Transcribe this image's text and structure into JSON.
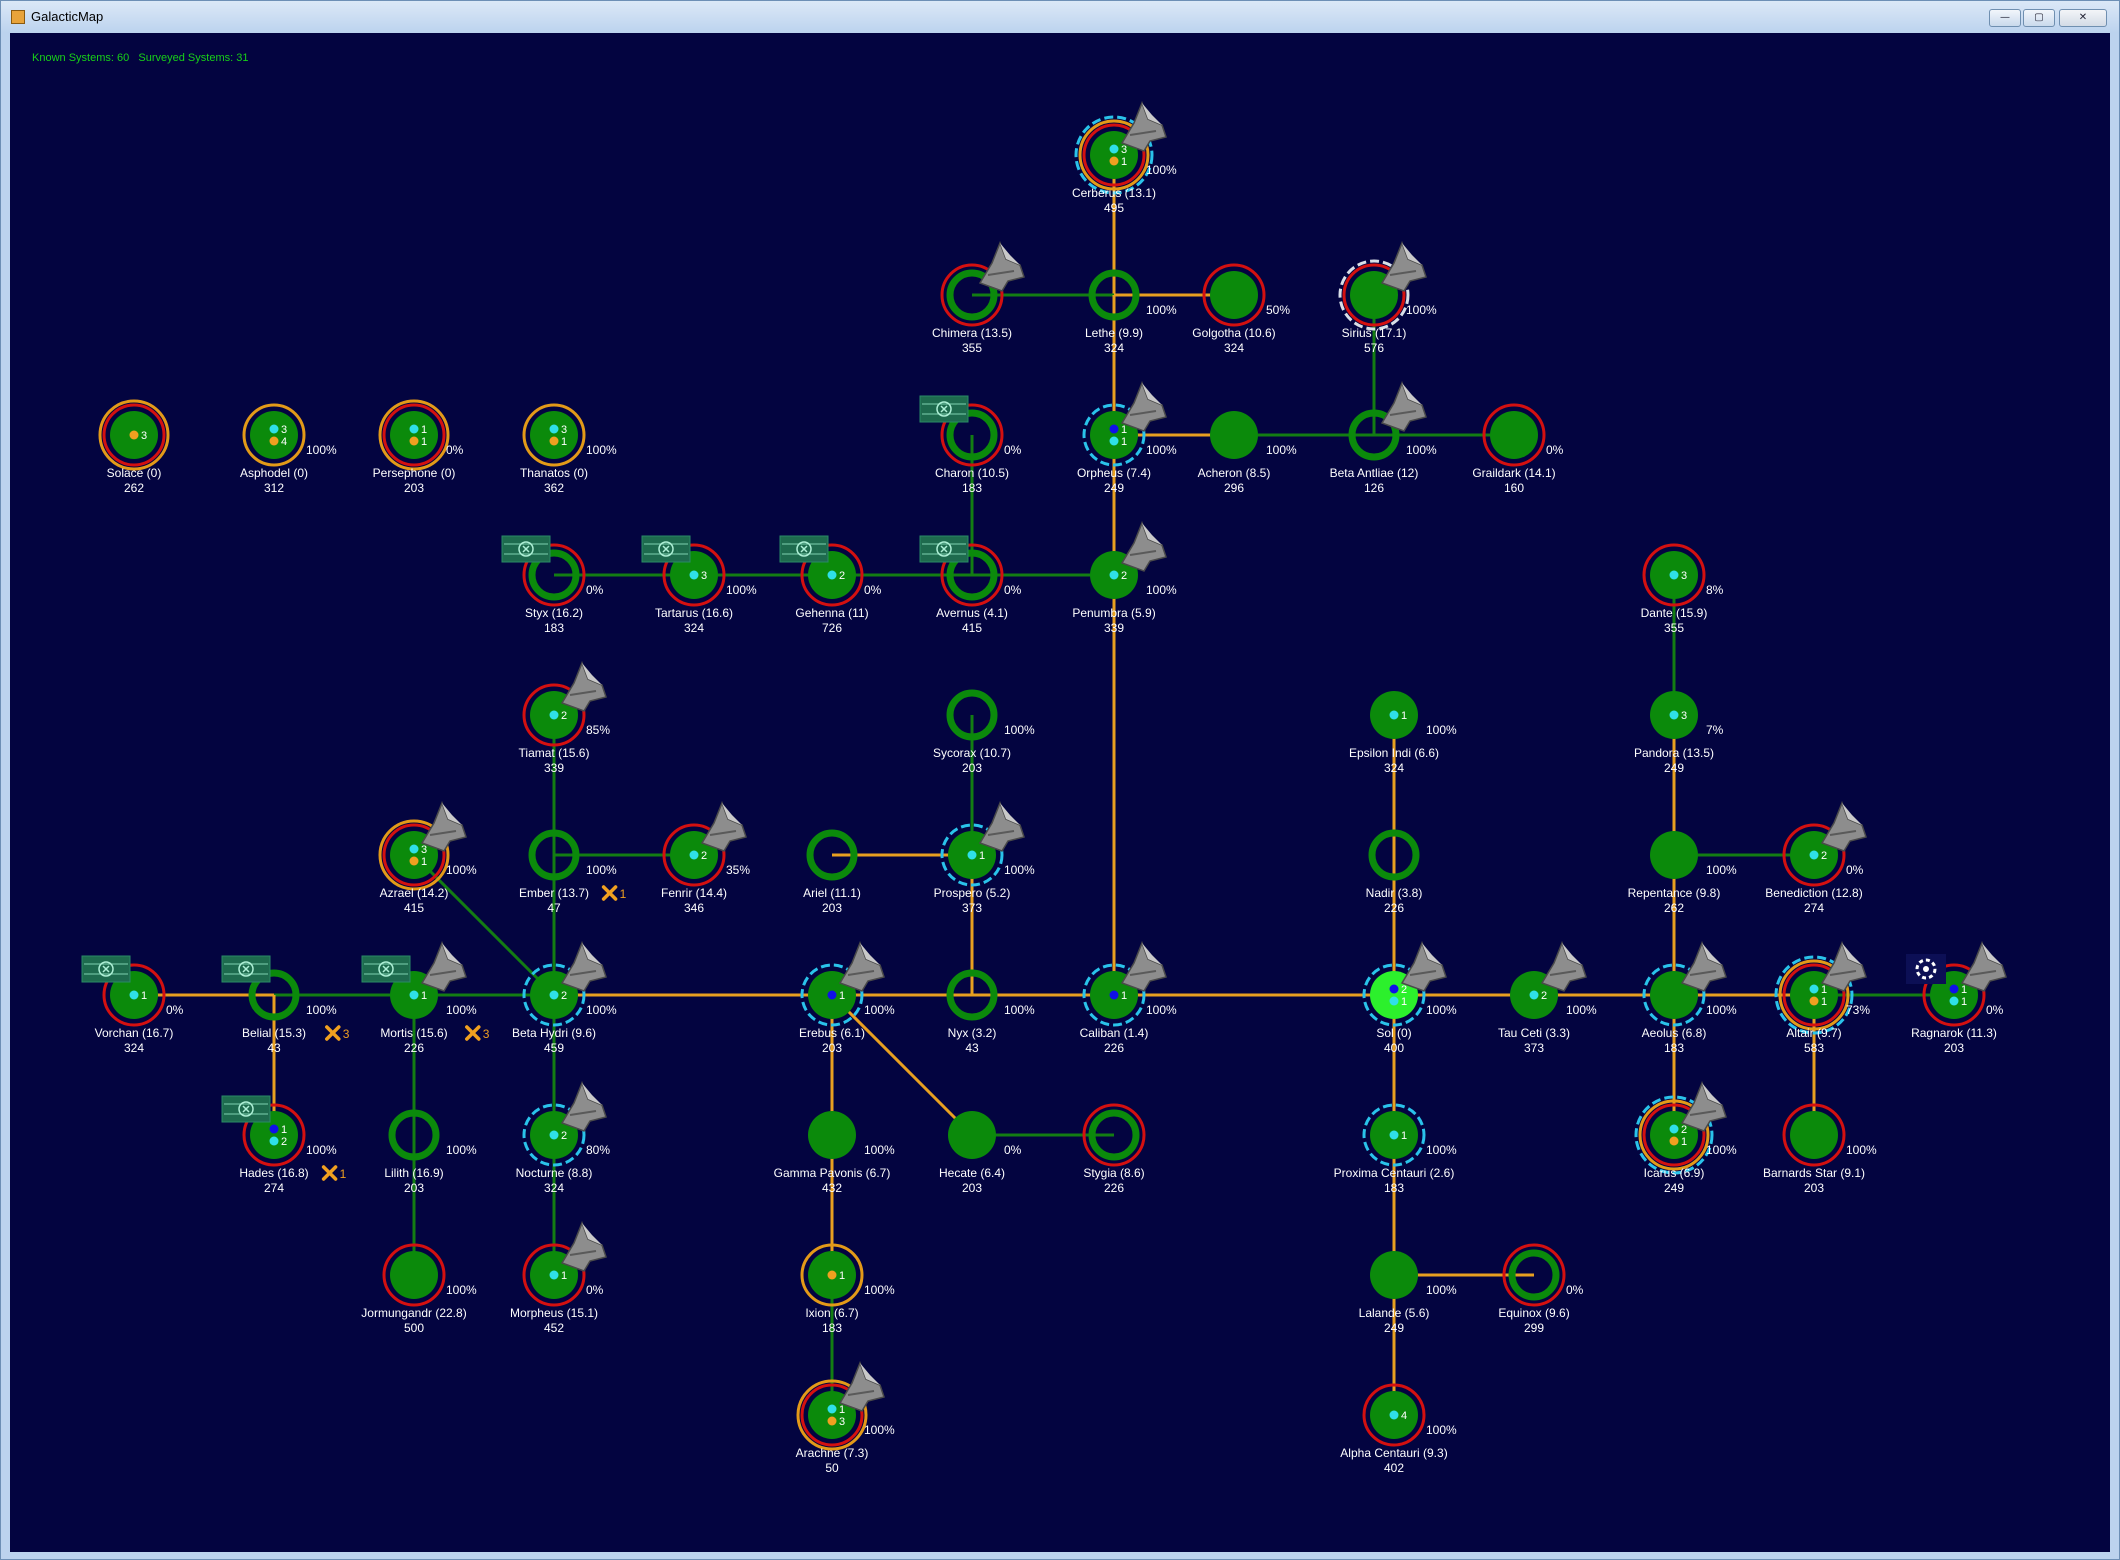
{
  "window": {
    "title": "GalacticMap",
    "buttons": {
      "minimize": "—",
      "maximize": "▢",
      "close": "✕"
    }
  },
  "stats": {
    "known_label": "Known Systems:",
    "known": 60,
    "surveyed_label": "Surveyed Systems:",
    "surveyed": 31
  },
  "colors": {
    "background": "#030440",
    "system_fill": "#0b8a0b",
    "home_fill": "#2cf02c",
    "ring_red": "#d41010",
    "ring_orange": "#e39a18",
    "ring_cyan": "#2ac3ea",
    "ring_white": "#d8dfe8",
    "route_orange": "#e8a020",
    "route_green": "#137d13",
    "text": "#ffffff",
    "stat_text": "#18d018"
  },
  "systems": [
    {
      "id": "cerberus",
      "name": "Cerberus  (13.1)",
      "value": "495",
      "pct": "100%",
      "rings": [
        "cyan",
        "orange",
        "red"
      ],
      "dots": [
        {
          "c": "cyan",
          "n": "3"
        },
        {
          "c": "orange",
          "n": "1"
        }
      ],
      "ship": true
    },
    {
      "id": "chimera",
      "name": "Chimera  (13.5)",
      "value": "355",
      "pct": "",
      "rings": [
        "red"
      ],
      "hollow": true,
      "dots": [],
      "ship": true
    },
    {
      "id": "lethe",
      "name": "Lethe  (9.9)",
      "value": "324",
      "pct": "100%",
      "rings": [],
      "hollow": true,
      "dots": []
    },
    {
      "id": "golgotha",
      "name": "Golgotha  (10.6)",
      "value": "324",
      "pct": "50%",
      "rings": [
        "red"
      ],
      "dots": []
    },
    {
      "id": "sirius",
      "name": "Sirius  (17.1)",
      "value": "576",
      "pct": "100%",
      "rings": [
        "white",
        "red"
      ],
      "dots": [],
      "ship": true
    },
    {
      "id": "solace",
      "name": "Solace  (0)",
      "value": "262",
      "pct": "",
      "rings": [
        "orange",
        "red"
      ],
      "dots": [
        {
          "c": "orange",
          "n": "3"
        }
      ]
    },
    {
      "id": "asphodel",
      "name": "Asphodel  (0)",
      "value": "312",
      "pct": "100%",
      "rings": [
        "orange"
      ],
      "dots": [
        {
          "c": "cyan",
          "n": "3"
        },
        {
          "c": "orange",
          "n": "4"
        }
      ]
    },
    {
      "id": "persephone",
      "name": "Persephone  (0)",
      "value": "203",
      "pct": "0%",
      "rings": [
        "orange",
        "red"
      ],
      "dots": [
        {
          "c": "cyan",
          "n": "1"
        },
        {
          "c": "orange",
          "n": "1"
        }
      ]
    },
    {
      "id": "thanatos",
      "name": "Thanatos  (0)",
      "value": "362",
      "pct": "100%",
      "rings": [
        "orange"
      ],
      "dots": [
        {
          "c": "cyan",
          "n": "3"
        },
        {
          "c": "orange",
          "n": "1"
        }
      ]
    },
    {
      "id": "charon",
      "name": "Charon  (10.5)",
      "value": "183",
      "pct": "0%",
      "rings": [
        "red"
      ],
      "hollow": true,
      "dots": [],
      "gate": true
    },
    {
      "id": "orpheus",
      "name": "Orpheus  (7.4)",
      "value": "249",
      "pct": "100%",
      "rings": [
        "cyan"
      ],
      "dots": [
        {
          "c": "blue",
          "n": "1"
        },
        {
          "c": "cyan",
          "n": "1"
        }
      ],
      "ship": true
    },
    {
      "id": "acheron",
      "name": "Acheron  (8.5)",
      "value": "296",
      "pct": "100%",
      "rings": [],
      "dots": []
    },
    {
      "id": "beta-antliae",
      "name": "Beta Antliae  (12)",
      "value": "126",
      "pct": "100%",
      "rings": [],
      "hollow": true,
      "dots": [],
      "ship": true
    },
    {
      "id": "graildark",
      "name": "Graildark  (14.1)",
      "value": "160",
      "pct": "0%",
      "rings": [
        "red"
      ],
      "dots": []
    },
    {
      "id": "styx",
      "name": "Styx  (16.2)",
      "value": "183",
      "pct": "0%",
      "rings": [
        "red"
      ],
      "hollow": true,
      "dots": [],
      "gate": true
    },
    {
      "id": "tartarus",
      "name": "Tartarus  (16.6)",
      "value": "324",
      "pct": "100%",
      "rings": [
        "red"
      ],
      "dots": [
        {
          "c": "cyan",
          "n": "3"
        }
      ],
      "gate": true
    },
    {
      "id": "gehenna",
      "name": "Gehenna  (11)",
      "value": "726",
      "pct": "0%",
      "rings": [
        "red"
      ],
      "dots": [
        {
          "c": "cyan",
          "n": "2"
        }
      ],
      "gate": true
    },
    {
      "id": "avernus",
      "name": "Avernus  (4.1)",
      "value": "415",
      "pct": "0%",
      "rings": [
        "red"
      ],
      "hollow": true,
      "dots": [],
      "gate": true
    },
    {
      "id": "penumbra",
      "name": "Penumbra  (5.9)",
      "value": "339",
      "pct": "100%",
      "rings": [],
      "dots": [
        {
          "c": "cyan",
          "n": "2"
        }
      ],
      "ship": true
    },
    {
      "id": "dante",
      "name": "Dante  (15.9)",
      "value": "355",
      "pct": "8%",
      "rings": [
        "red"
      ],
      "dots": [
        {
          "c": "cyan",
          "n": "3"
        }
      ]
    },
    {
      "id": "tiamat",
      "name": "Tiamat  (15.6)",
      "value": "339",
      "pct": "85%",
      "rings": [
        "red"
      ],
      "dots": [
        {
          "c": "cyan",
          "n": "2"
        }
      ],
      "ship": true
    },
    {
      "id": "sycorax",
      "name": "Sycorax  (10.7)",
      "value": "203",
      "pct": "100%",
      "rings": [],
      "hollow": true,
      "dots": []
    },
    {
      "id": "epsilon-indi",
      "name": "Epsilon Indi  (6.6)",
      "value": "324",
      "pct": "100%",
      "rings": [],
      "dots": [
        {
          "c": "cyan",
          "n": "1"
        }
      ]
    },
    {
      "id": "pandora",
      "name": "Pandora  (13.5)",
      "value": "249",
      "pct": "7%",
      "rings": [],
      "dots": [
        {
          "c": "cyan",
          "n": "3"
        }
      ]
    },
    {
      "id": "azrael",
      "name": "Azrael  (14.2)",
      "value": "415",
      "pct": "100%",
      "rings": [
        "orange",
        "red"
      ],
      "dots": [
        {
          "c": "cyan",
          "n": "3"
        },
        {
          "c": "orange",
          "n": "1"
        }
      ],
      "ship": true
    },
    {
      "id": "ember",
      "name": "Ember  (13.7)",
      "value": "47",
      "pct": "100%",
      "rings": [],
      "hollow": true,
      "dots": [],
      "ban": "1"
    },
    {
      "id": "fenrir",
      "name": "Fenrir  (14.4)",
      "value": "346",
      "pct": "35%",
      "rings": [
        "red"
      ],
      "dots": [
        {
          "c": "cyan",
          "n": "2"
        }
      ],
      "ship": true
    },
    {
      "id": "ariel",
      "name": "Ariel  (11.1)",
      "value": "203",
      "pct": "",
      "rings": [],
      "hollow": true,
      "dots": []
    },
    {
      "id": "prospero",
      "name": "Prospero  (5.2)",
      "value": "373",
      "pct": "100%",
      "rings": [
        "cyan"
      ],
      "dots": [
        {
          "c": "cyan",
          "n": "1"
        }
      ],
      "ship": true
    },
    {
      "id": "nadir",
      "name": "Nadir  (3.8)",
      "value": "226",
      "pct": "",
      "rings": [],
      "hollow": true,
      "dots": []
    },
    {
      "id": "repentance",
      "name": "Repentance  (9.8)",
      "value": "262",
      "pct": "100%",
      "rings": [],
      "dots": []
    },
    {
      "id": "benediction",
      "name": "Benediction  (12.8)",
      "value": "274",
      "pct": "0%",
      "rings": [
        "red"
      ],
      "dots": [
        {
          "c": "cyan",
          "n": "2"
        }
      ],
      "ship": true
    },
    {
      "id": "vorchan",
      "name": "Vorchan  (16.7)",
      "value": "324",
      "pct": "0%",
      "rings": [
        "red"
      ],
      "dots": [
        {
          "c": "cyan",
          "n": "1"
        }
      ],
      "gate": true
    },
    {
      "id": "belial",
      "name": "Belial  (15.3)",
      "value": "43",
      "pct": "100%",
      "rings": [],
      "hollow": true,
      "dots": [],
      "gate": true,
      "ban": "3"
    },
    {
      "id": "mortis",
      "name": "Mortis  (15.6)",
      "value": "226",
      "pct": "100%",
      "rings": [],
      "dots": [
        {
          "c": "cyan",
          "n": "1"
        }
      ],
      "gate": true,
      "ship": true,
      "ban": "3"
    },
    {
      "id": "beta-hydri",
      "name": "Beta Hydri  (9.6)",
      "value": "459",
      "pct": "100%",
      "rings": [
        "cyan"
      ],
      "dots": [
        {
          "c": "cyan",
          "n": "2"
        }
      ],
      "ship": true
    },
    {
      "id": "erebus",
      "name": "Erebus  (6.1)",
      "value": "203",
      "pct": "100%",
      "rings": [
        "cyan"
      ],
      "dots": [
        {
          "c": "blue",
          "n": "1"
        }
      ],
      "ship": true
    },
    {
      "id": "nyx",
      "name": "Nyx  (3.2)",
      "value": "43",
      "pct": "100%",
      "rings": [],
      "hollow": true,
      "dots": []
    },
    {
      "id": "caliban",
      "name": "Caliban  (1.4)",
      "value": "226",
      "pct": "100%",
      "rings": [
        "cyan"
      ],
      "dots": [
        {
          "c": "blue",
          "n": "1"
        }
      ],
      "ship": true
    },
    {
      "id": "sol",
      "name": "Sol  (0)",
      "value": "400",
      "pct": "100%",
      "rings": [
        "cyan"
      ],
      "home": true,
      "dots": [
        {
          "c": "blue",
          "n": "2"
        },
        {
          "c": "cyan",
          "n": "1"
        }
      ],
      "ship": true
    },
    {
      "id": "tau-ceti",
      "name": "Tau Ceti  (3.3)",
      "value": "373",
      "pct": "100%",
      "rings": [],
      "dots": [
        {
          "c": "cyan",
          "n": "2"
        }
      ],
      "ship": true
    },
    {
      "id": "aeolus",
      "name": "Aeolus  (6.8)",
      "value": "183",
      "pct": "100%",
      "rings": [
        "cyan"
      ],
      "dots": [],
      "ship": true
    },
    {
      "id": "altair",
      "name": "Altair  (9.7)",
      "value": "583",
      "pct": "73%",
      "rings": [
        "cyan",
        "orange",
        "red"
      ],
      "dots": [
        {
          "c": "cyan",
          "n": "1"
        },
        {
          "c": "orange",
          "n": "1"
        }
      ],
      "ship": true
    },
    {
      "id": "ragnarok",
      "name": "Ragnarok  (11.3)",
      "value": "203",
      "pct": "0%",
      "rings": [
        "red"
      ],
      "dots": [
        {
          "c": "blue",
          "n": "1"
        },
        {
          "c": "cyan",
          "n": "1"
        }
      ],
      "ship": true,
      "wheel": true
    },
    {
      "id": "hades",
      "name": "Hades  (16.8)",
      "value": "274",
      "pct": "100%",
      "rings": [
        "red"
      ],
      "dots": [
        {
          "c": "blue",
          "n": "1"
        },
        {
          "c": "cyan",
          "n": "2"
        }
      ],
      "gate": true,
      "ban": "1"
    },
    {
      "id": "lilith",
      "name": "Lilith  (16.9)",
      "value": "203",
      "pct": "100%",
      "rings": [],
      "hollow": true,
      "dots": []
    },
    {
      "id": "nocturne",
      "name": "Nocturne  (8.8)",
      "value": "324",
      "pct": "80%",
      "rings": [
        "cyan"
      ],
      "dots": [
        {
          "c": "cyan",
          "n": "2"
        }
      ],
      "ship": true
    },
    {
      "id": "gamma-pavonis",
      "name": "Gamma Pavonis  (6.7)",
      "value": "432",
      "pct": "100%",
      "rings": [],
      "dots": []
    },
    {
      "id": "hecate",
      "name": "Hecate  (6.4)",
      "value": "203",
      "pct": "0%",
      "rings": [],
      "dots": []
    },
    {
      "id": "stygia",
      "name": "Stygia  (8.6)",
      "value": "226",
      "pct": "",
      "rings": [
        "red"
      ],
      "hollow": true,
      "dots": []
    },
    {
      "id": "proxima-centauri",
      "name": "Proxima Centauri  (2.6)",
      "value": "183",
      "pct": "100%",
      "rings": [
        "cyan"
      ],
      "dots": [
        {
          "c": "cyan",
          "n": "1"
        }
      ]
    },
    {
      "id": "icarus",
      "name": "Icarus  (6.9)",
      "value": "249",
      "pct": "100%",
      "rings": [
        "cyan",
        "orange",
        "red"
      ],
      "dots": [
        {
          "c": "cyan",
          "n": "2"
        },
        {
          "c": "orange",
          "n": "1"
        }
      ],
      "ship": true
    },
    {
      "id": "barnards-star",
      "name": "Barnards Star  (9.1)",
      "value": "203",
      "pct": "100%",
      "rings": [
        "red"
      ],
      "dots": []
    },
    {
      "id": "jormungandr",
      "name": "Jormungandr  (22.8)",
      "value": "500",
      "pct": "100%",
      "rings": [
        "red"
      ],
      "dots": []
    },
    {
      "id": "morpheus",
      "name": "Morpheus  (15.1)",
      "value": "452",
      "pct": "0%",
      "rings": [
        "red"
      ],
      "dots": [
        {
          "c": "cyan",
          "n": "1"
        }
      ],
      "ship": true
    },
    {
      "id": "ixion",
      "name": "Ixion  (6.7)",
      "value": "183",
      "pct": "100%",
      "rings": [
        "orange"
      ],
      "dots": [
        {
          "c": "orange",
          "n": "1"
        }
      ]
    },
    {
      "id": "lalande",
      "name": "Lalande  (5.6)",
      "value": "249",
      "pct": "100%",
      "rings": [],
      "dots": []
    },
    {
      "id": "equinox",
      "name": "Equinox  (9.6)",
      "value": "299",
      "pct": "0%",
      "rings": [
        "red"
      ],
      "hollow": true,
      "dots": []
    },
    {
      "id": "arachne",
      "name": "Arachne  (7.3)",
      "value": "50",
      "pct": "100%",
      "rings": [
        "orange",
        "red"
      ],
      "dots": [
        {
          "c": "cyan",
          "n": "1"
        },
        {
          "c": "orange",
          "n": "3"
        }
      ],
      "ship": true
    },
    {
      "id": "alpha-centauri",
      "name": "Alpha Centauri  (9.3)",
      "value": "402",
      "pct": "100%",
      "rings": [
        "red"
      ],
      "dots": [
        {
          "c": "cyan",
          "n": "4"
        }
      ]
    }
  ],
  "routes": [
    {
      "a": "cerberus",
      "b": "lethe",
      "c": "orange"
    },
    {
      "a": "chimera",
      "b": "lethe",
      "c": "green"
    },
    {
      "a": "lethe",
      "b": "golgotha",
      "c": "orange"
    },
    {
      "a": "lethe",
      "b": "orpheus",
      "c": "orange"
    },
    {
      "a": "sirius",
      "b": "beta-antliae",
      "c": "green"
    },
    {
      "a": "orpheus",
      "b": "acheron",
      "c": "orange"
    },
    {
      "a": "acheron",
      "b": "beta-antliae",
      "c": "green"
    },
    {
      "a": "beta-antliae",
      "b": "graildark",
      "c": "green"
    },
    {
      "a": "orpheus",
      "b": "penumbra",
      "c": "orange"
    },
    {
      "a": "charon",
      "b": "avernus",
      "c": "green"
    },
    {
      "a": "styx",
      "b": "tartarus",
      "c": "green"
    },
    {
      "a": "tartarus",
      "b": "gehenna",
      "c": "green"
    },
    {
      "a": "gehenna",
      "b": "avernus",
      "c": "green"
    },
    {
      "a": "avernus",
      "b": "penumbra",
      "c": "green"
    },
    {
      "a": "penumbra",
      "b": "caliban",
      "c": "orange"
    },
    {
      "a": "tiamat",
      "b": "ember",
      "c": "green"
    },
    {
      "a": "ember",
      "b": "fenrir",
      "c": "green"
    },
    {
      "a": "ember",
      "b": "beta-hydri",
      "c": "green"
    },
    {
      "a": "azrael",
      "b": "beta-hydri",
      "c": "green"
    },
    {
      "a": "sycorax",
      "b": "prospero",
      "c": "green"
    },
    {
      "a": "ariel",
      "b": "prospero",
      "c": "orange"
    },
    {
      "a": "prospero",
      "b": "nyx",
      "c": "orange"
    },
    {
      "a": "epsilon-indi",
      "b": "nadir",
      "c": "orange"
    },
    {
      "a": "nadir",
      "b": "sol",
      "c": "orange"
    },
    {
      "a": "dante",
      "b": "pandora",
      "c": "green"
    },
    {
      "a": "pandora",
      "b": "repentance",
      "c": "orange"
    },
    {
      "a": "repentance",
      "b": "benediction",
      "c": "green"
    },
    {
      "a": "repentance",
      "b": "aeolus",
      "c": "orange"
    },
    {
      "a": "vorchan",
      "b": "belial",
      "c": "orange"
    },
    {
      "a": "belial",
      "b": "mortis",
      "c": "green"
    },
    {
      "a": "mortis",
      "b": "beta-hydri",
      "c": "green"
    },
    {
      "a": "beta-hydri",
      "b": "erebus",
      "c": "orange"
    },
    {
      "a": "erebus",
      "b": "nyx",
      "c": "orange"
    },
    {
      "a": "nyx",
      "b": "caliban",
      "c": "orange"
    },
    {
      "a": "caliban",
      "b": "sol",
      "c": "orange"
    },
    {
      "a": "sol",
      "b": "tau-ceti",
      "c": "orange"
    },
    {
      "a": "tau-ceti",
      "b": "aeolus",
      "c": "orange"
    },
    {
      "a": "aeolus",
      "b": "altair",
      "c": "orange"
    },
    {
      "a": "altair",
      "b": "ragnarok",
      "c": "green"
    },
    {
      "a": "belial",
      "b": "hades",
      "c": "orange"
    },
    {
      "a": "mortis",
      "b": "lilith",
      "c": "green"
    },
    {
      "a": "lilith",
      "b": "jormungandr",
      "c": "green"
    },
    {
      "a": "beta-hydri",
      "b": "nocturne",
      "c": "green"
    },
    {
      "a": "nocturne",
      "b": "morpheus",
      "c": "green"
    },
    {
      "a": "erebus",
      "b": "gamma-pavonis",
      "c": "orange"
    },
    {
      "a": "erebus",
      "b": "hecate",
      "c": "orange"
    },
    {
      "a": "hecate",
      "b": "stygia",
      "c": "green"
    },
    {
      "a": "gamma-pavonis",
      "b": "ixion",
      "c": "orange"
    },
    {
      "a": "ixion",
      "b": "arachne",
      "c": "green"
    },
    {
      "a": "sol",
      "b": "proxima-centauri",
      "c": "orange"
    },
    {
      "a": "proxima-centauri",
      "b": "lalande",
      "c": "orange"
    },
    {
      "a": "lalande",
      "b": "equinox",
      "c": "orange"
    },
    {
      "a": "lalande",
      "b": "alpha-centauri",
      "c": "orange"
    },
    {
      "a": "aeolus",
      "b": "icarus",
      "c": "orange"
    },
    {
      "a": "altair",
      "b": "barnards-star",
      "c": "orange"
    }
  ]
}
